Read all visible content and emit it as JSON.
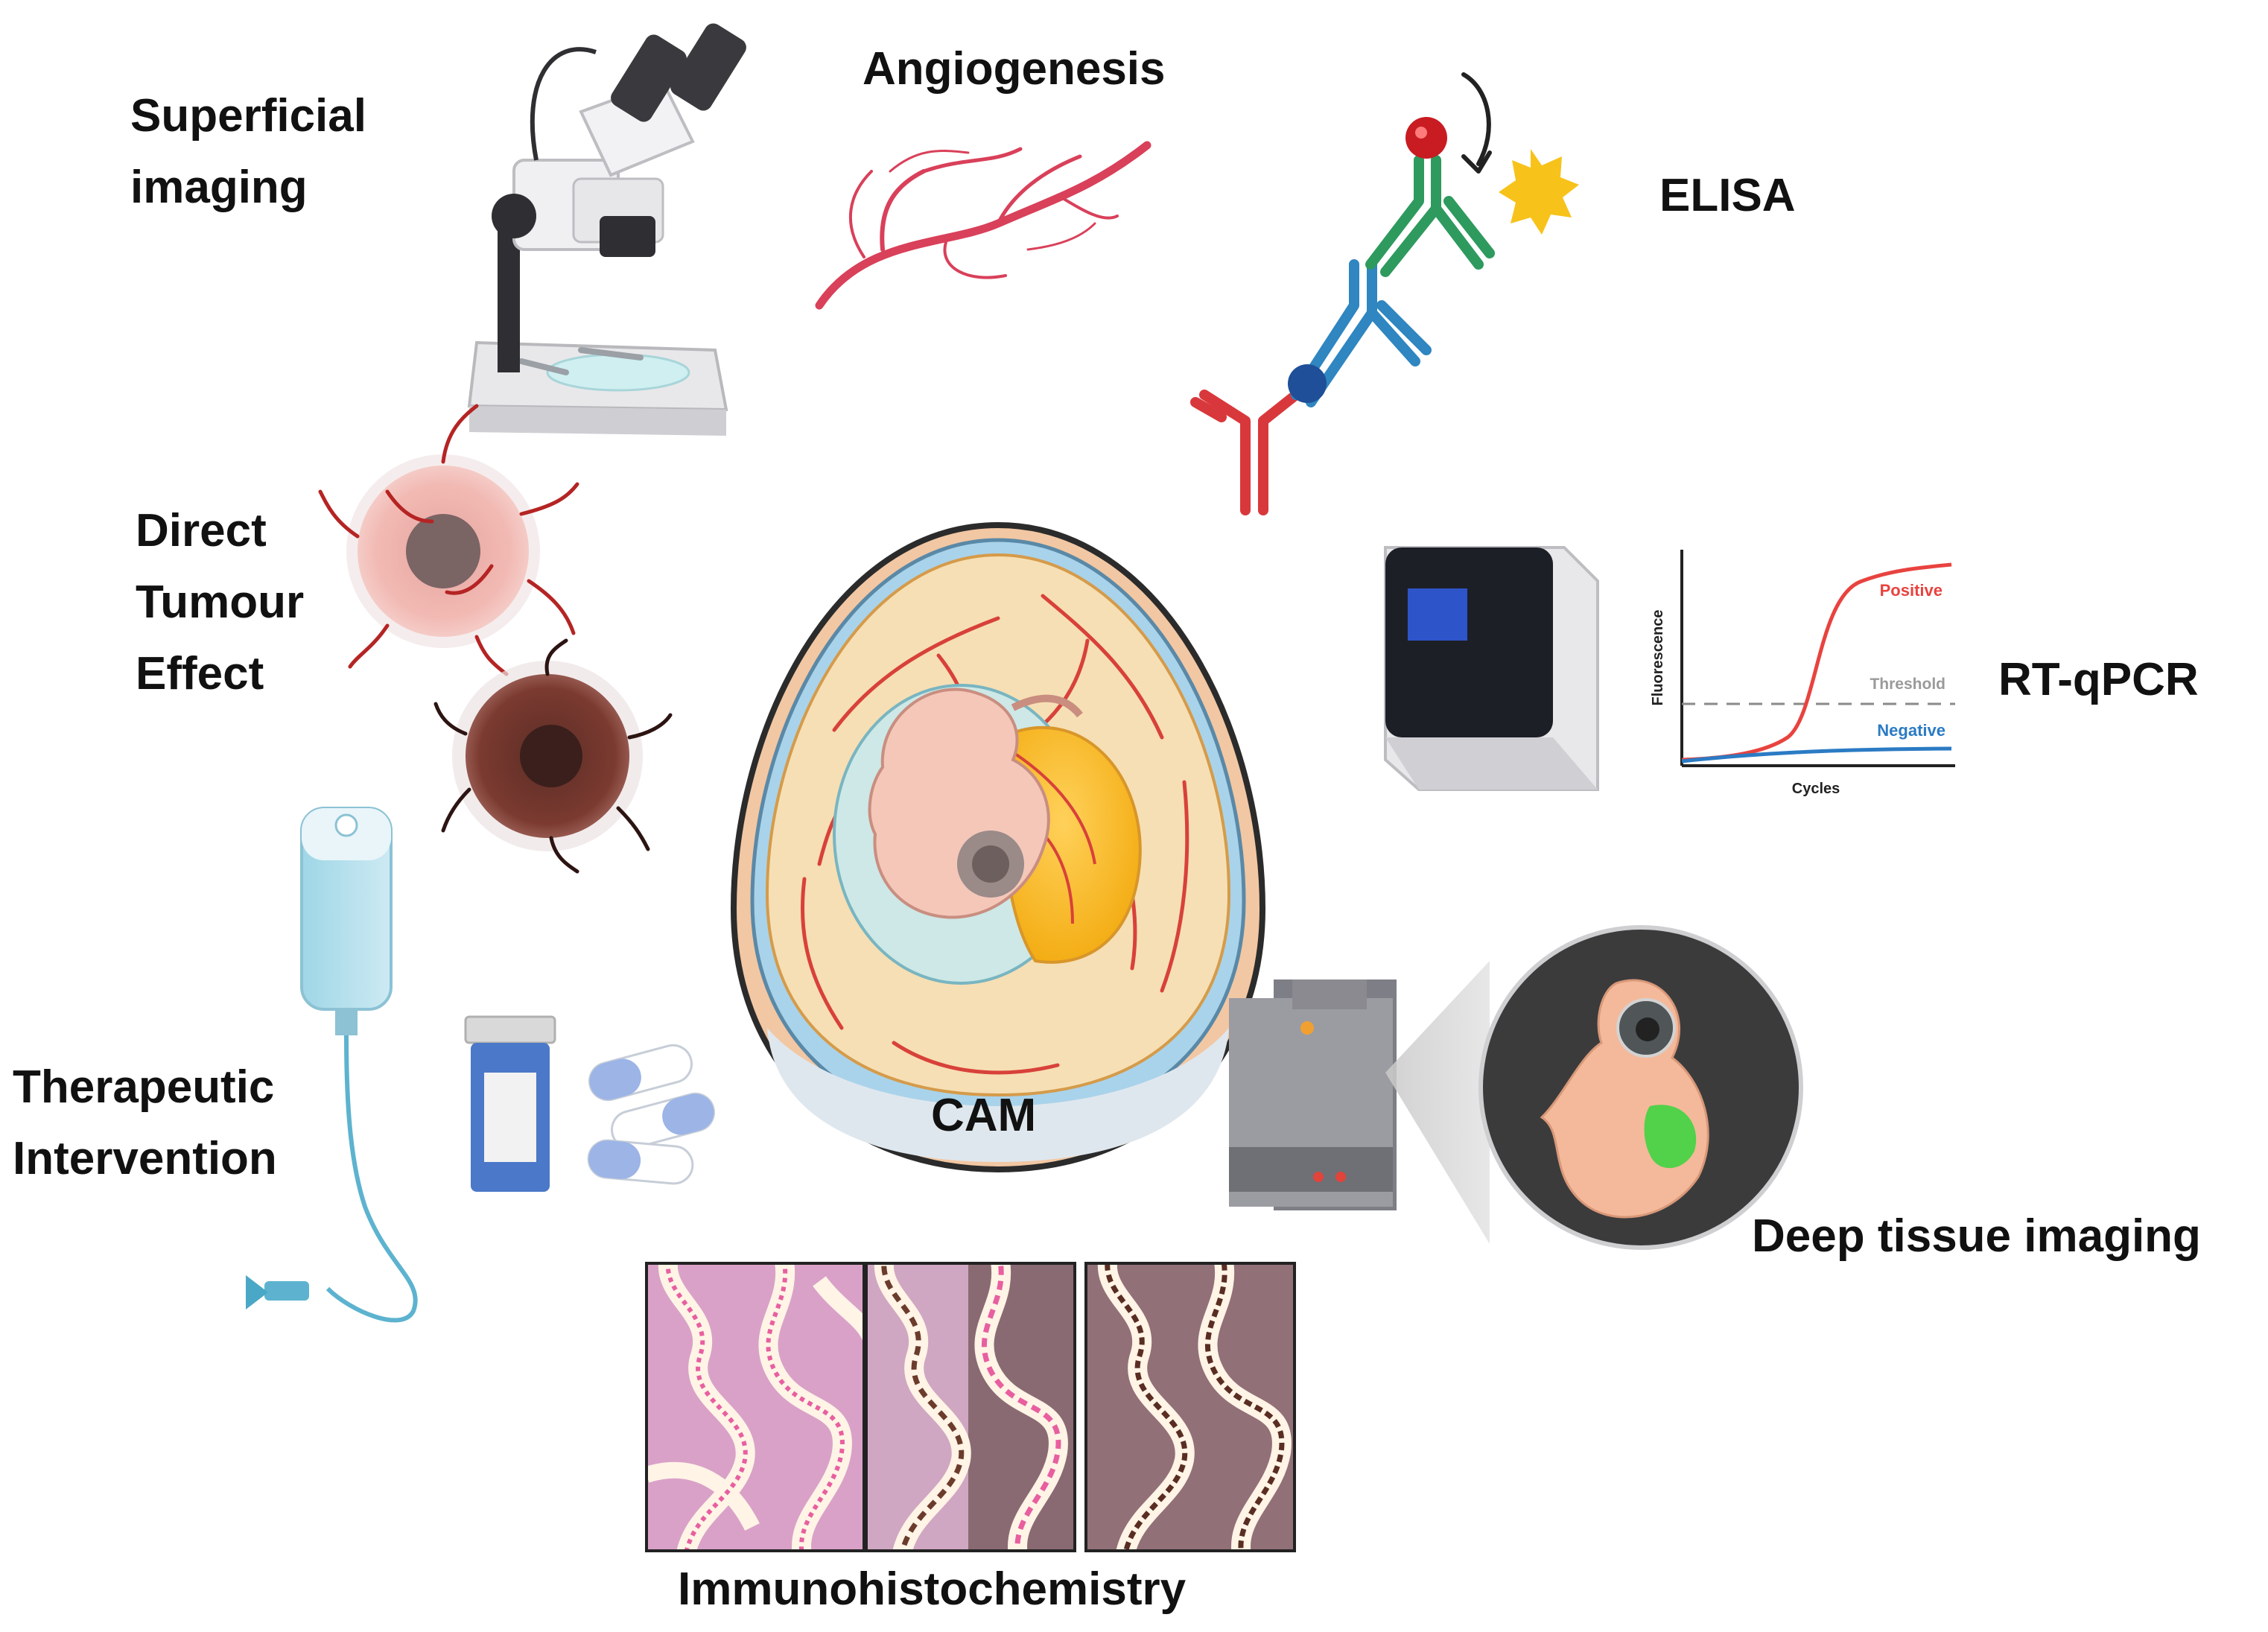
{
  "labels": {
    "superficial_imaging": [
      "Superficial",
      "imaging"
    ],
    "angiogenesis": "Angiogenesis",
    "elisa": "ELISA",
    "direct_tumour_effect": [
      "Direct",
      "Tumour",
      "Effect"
    ],
    "rt_qpcr": "RT-qPCR",
    "cam": "CAM",
    "therapeutic_intervention": [
      "Therapeutic",
      "Intervention"
    ],
    "deep_tissue_imaging": "Deep tissue imaging",
    "immunohistochemistry": "Immunohistochemistry"
  },
  "qpcr_plot": {
    "ylabel": "Fluorescence",
    "xlabel": "Cycles",
    "positive": "Positive",
    "threshold": "Threshold",
    "negative": "Negative"
  },
  "colors": {
    "vessel": "#d9405a",
    "positive_curve": "#e8433f",
    "negative_curve": "#2b7bc4",
    "antibody_green": "#2e9a5e",
    "antibody_blue": "#2f86c0",
    "antibody_red": "#d8383c",
    "star": "#f7c21a",
    "egg_shell": "#e2a77a",
    "tumour_green": "#52d14a"
  }
}
